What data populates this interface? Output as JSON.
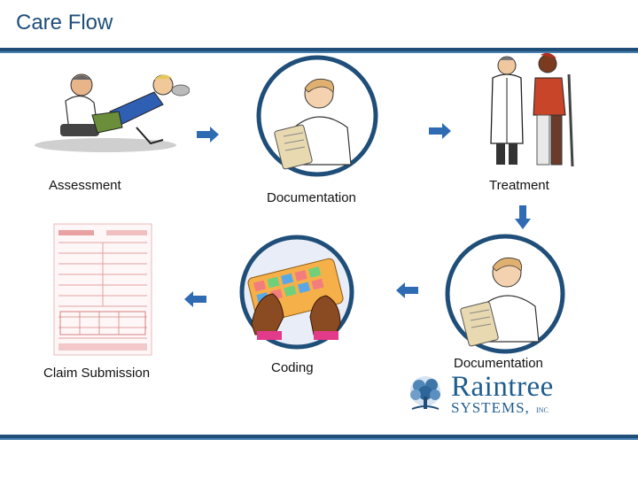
{
  "slide": {
    "title": "Care Flow"
  },
  "steps": {
    "assessment": "Assessment",
    "documentation_top": "Documentation",
    "treatment": "Treatment",
    "documentation_bottom": "Documentation",
    "coding": "Coding",
    "claim_submission": "Claim Submission"
  },
  "logo": {
    "line1": "Raintree",
    "line2": "SYSTEMS,",
    "line3": "INC"
  },
  "colors": {
    "title": "#1f4e79",
    "rule": "#1f4e79",
    "arrow": "#2f6bb3",
    "circle": "#1f4e79"
  }
}
